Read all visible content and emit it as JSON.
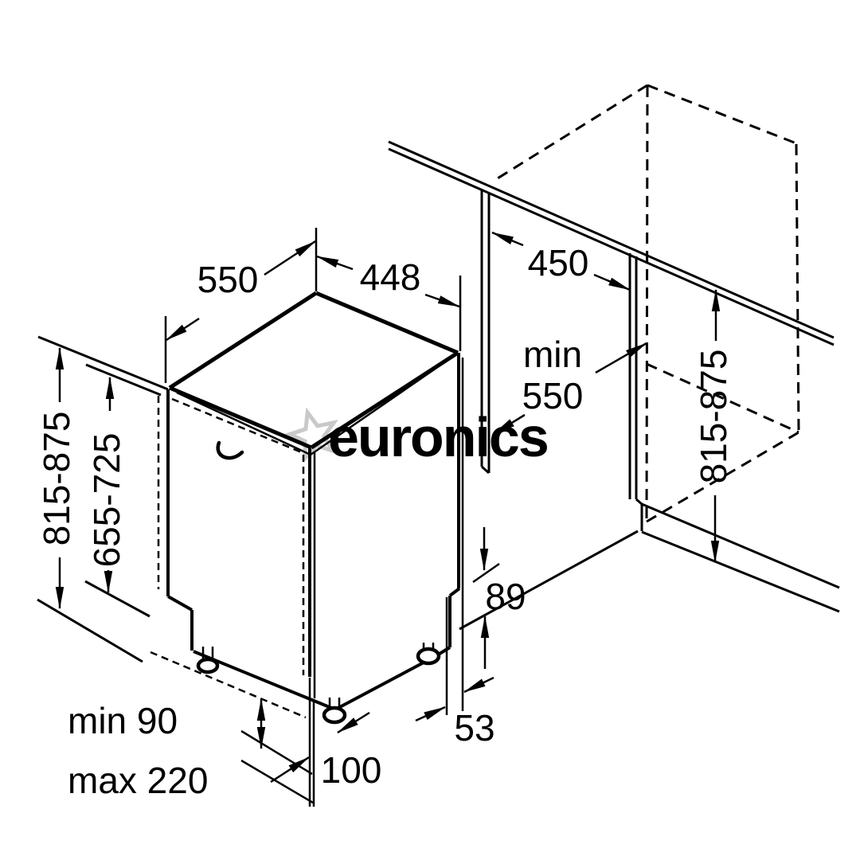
{
  "watermark": {
    "label": "euronics",
    "color": "#c9c9c9"
  },
  "colors": {
    "line": "#000000",
    "background": "#ffffff",
    "watermark": "#c9c9c9"
  },
  "dimensions": {
    "top_depth": "550",
    "top_width": "448",
    "height_range": "815-875",
    "door_height_range": "655-725",
    "plinth_min": "min 90",
    "plinth_max": "max 220",
    "foot_setback": "100",
    "rear_foot_offset": "53",
    "base_height": "89",
    "niche_width": "450",
    "niche_depth_prefix": "min",
    "niche_depth_value": "550",
    "niche_height_range": "815-875"
  }
}
